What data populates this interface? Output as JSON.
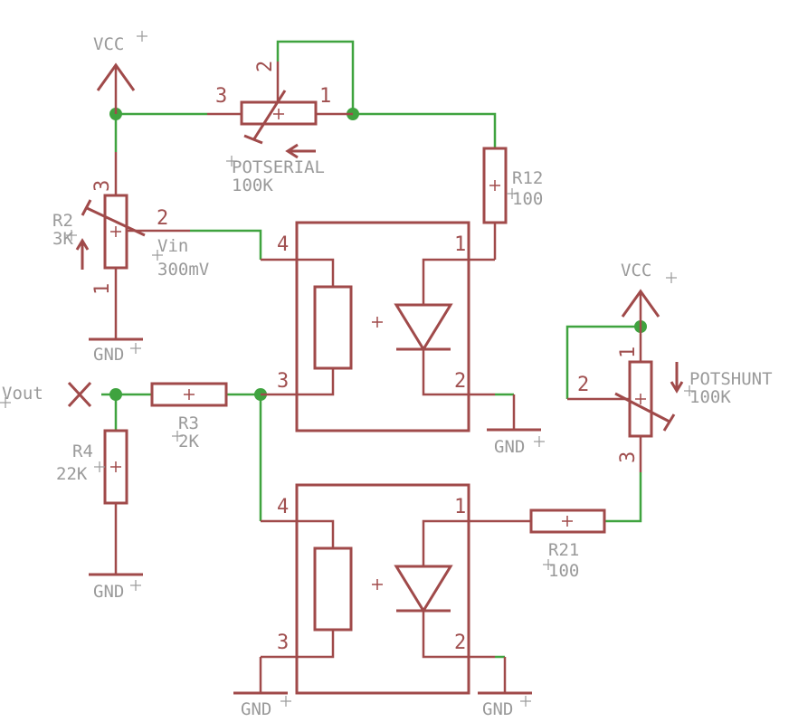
{
  "supply": {
    "vcc_label": "VCC",
    "gnd_label": "GND"
  },
  "output": {
    "label": "Vout"
  },
  "components": {
    "potserial": {
      "name": "POTSERIAL",
      "value": "100K",
      "pin1": "1",
      "pin2": "2",
      "pin3": "3"
    },
    "r2": {
      "name": "R2",
      "value": "3K",
      "pin1": "1",
      "pin2": "2",
      "pin3": "3"
    },
    "r12": {
      "name": "R12",
      "value": "100"
    },
    "r3": {
      "name": "R3",
      "value": "2K"
    },
    "r4": {
      "name": "R4",
      "value": "22K"
    },
    "r21": {
      "name": "R21",
      "value": "100"
    },
    "potshunt": {
      "name": "POTSHUNT",
      "value": "100K",
      "pin1": "1",
      "pin2": "2",
      "pin3": "3"
    },
    "vin": {
      "name": "Vin",
      "value": "300mV"
    },
    "opto1": {
      "pin1": "1",
      "pin2": "2",
      "pin3": "3",
      "pin4": "4"
    },
    "opto2": {
      "pin1": "1",
      "pin2": "2",
      "pin3": "3",
      "pin4": "4"
    }
  },
  "colors": {
    "symbol": "#a04a4a",
    "wire": "#3fa33f",
    "label": "#9a9a9a",
    "background": "#ffffff"
  }
}
